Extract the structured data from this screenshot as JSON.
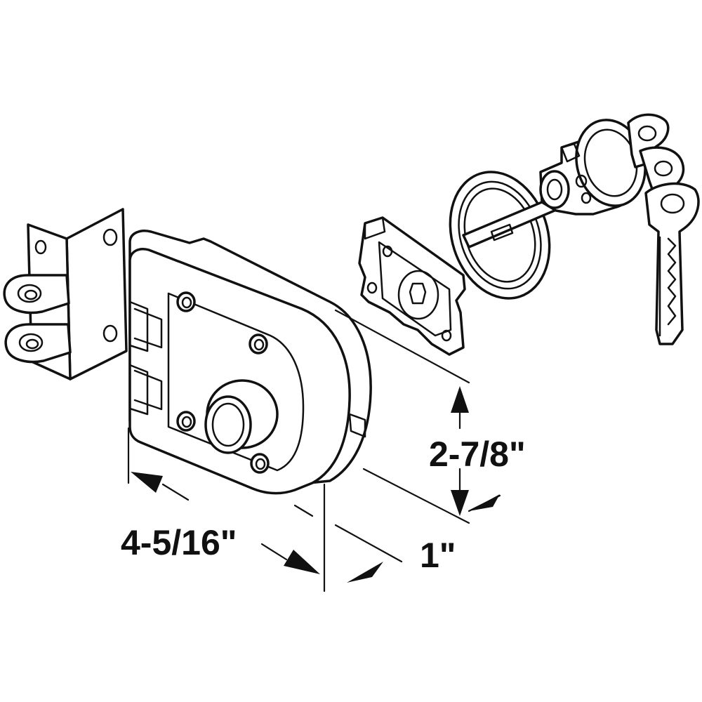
{
  "dimensions": {
    "width_label": "4-5/16\"",
    "height_label": "2-7/8\"",
    "depth_label": "1\""
  },
  "colors": {
    "line": "#111111",
    "background": "#ffffff"
  }
}
